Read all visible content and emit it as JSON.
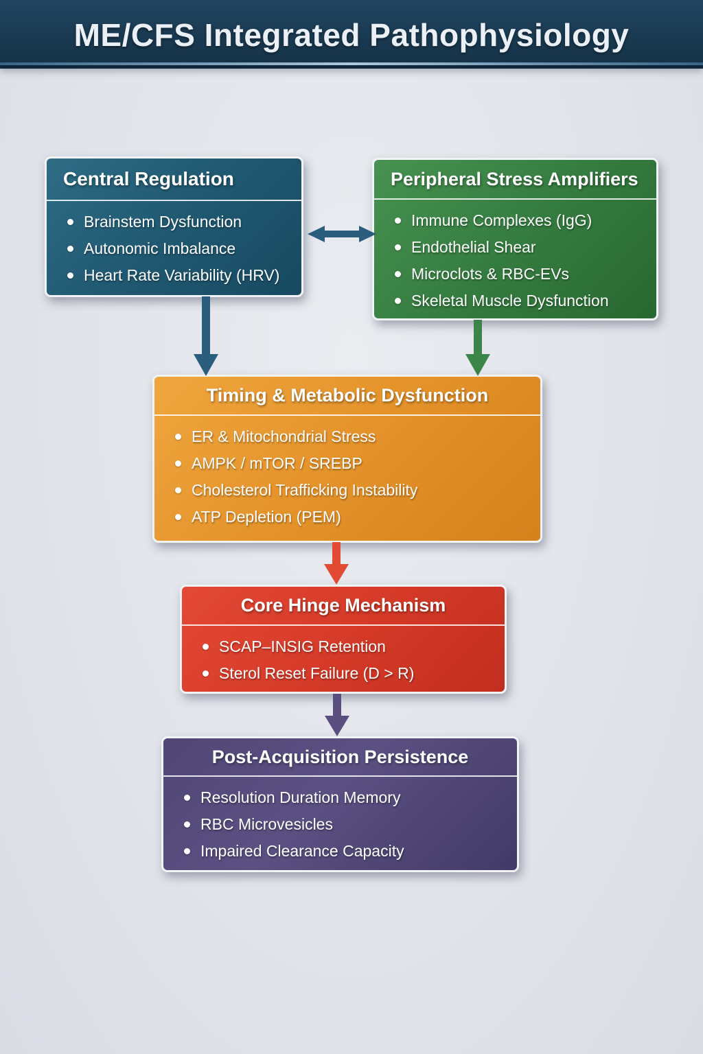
{
  "header": {
    "title": "ME/CFS Integrated Pathophysiology"
  },
  "boxes": [
    {
      "id": "central-regulation",
      "title": "Central Regulation",
      "items": [
        "Brainstem Dysfunction",
        "Autonomic Imbalance",
        "Heart Rate Variability (HRV)"
      ]
    },
    {
      "id": "peripheral-stress-amplifiers",
      "title": "Peripheral Stress Amplifiers",
      "items": [
        "Immune Complexes (IgG)",
        "Endothelial Shear",
        "Microclots & RBC-EVs",
        "Skeletal Muscle Dysfunction"
      ]
    },
    {
      "id": "timing-metabolic-dysfunction",
      "title": "Timing & Metabolic Dysfunction",
      "items": [
        "ER & Mitochondrial Stress",
        "AMPK / mTOR / SREBP",
        "Cholesterol Trafficking Instability",
        "ATP Depletion (PEM)"
      ]
    },
    {
      "id": "core-hinge-mechanism",
      "title": "Core Hinge Mechanism",
      "items": [
        "SCAP–INSIG Retention",
        "Sterol Reset Failure (D > R)"
      ]
    },
    {
      "id": "post-acquisition-persistence",
      "title": "Post-Acquisition Persistence",
      "items": [
        "Resolution Duration Memory",
        "RBC Microvesicles",
        "Impaired Clearance Capacity"
      ]
    }
  ],
  "colors": {
    "header_bg": "#1b3c54",
    "header_accent": "#bcd9ef",
    "background": "#e2e4ea",
    "box_teal": "#215a73",
    "box_green": "#357c40",
    "box_orange": "#e4922a",
    "box_red": "#d63a28",
    "box_purple": "#4d4374",
    "arrow_teal": "#2b5e7c",
    "arrow_green": "#3c8549",
    "arrow_red": "#e14b33",
    "arrow_purple": "#5a4e80",
    "text": "#ffffff"
  }
}
